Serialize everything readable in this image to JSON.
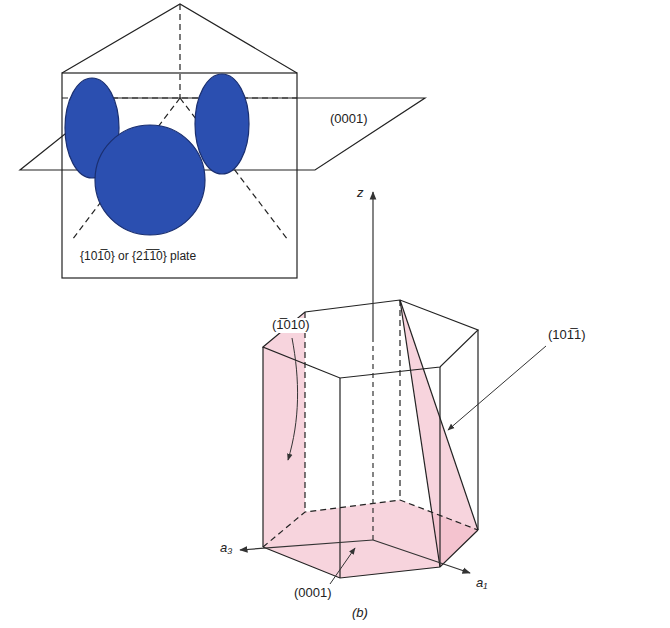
{
  "diagram": {
    "labels": [
      "(0001)",
      "{101̅0} or {21̅1̅0} plate",
      "(1̅010)",
      "(101̅1)",
      "z",
      "a₃",
      "a₁",
      "(0001)",
      "(b)"
    ]
  }
}
